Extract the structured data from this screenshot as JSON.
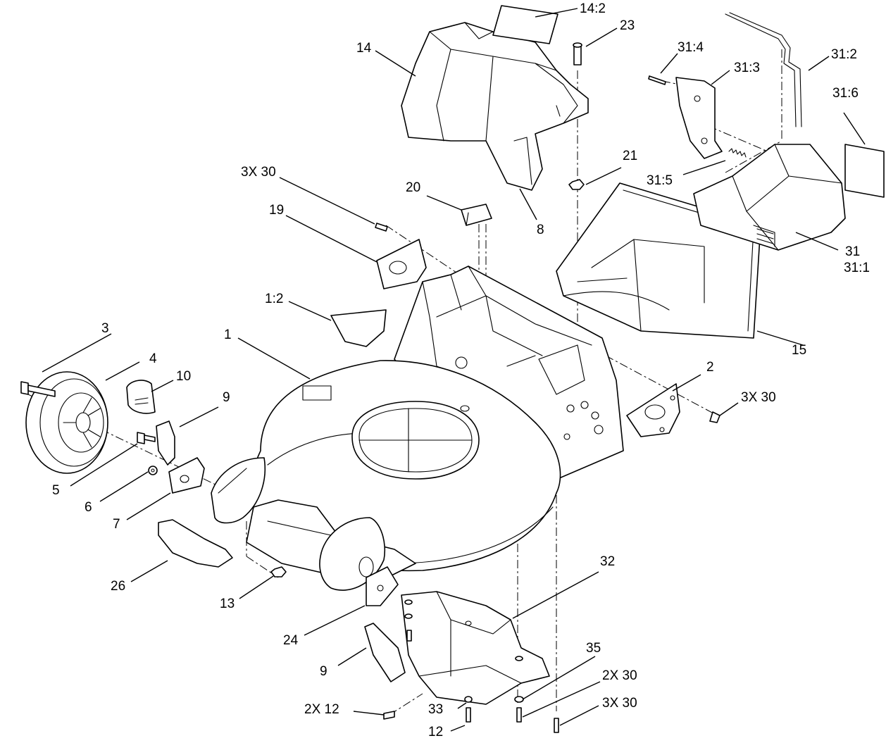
{
  "callouts": {
    "c_14_2": "14:2",
    "c_23": "23",
    "c_14": "14",
    "c_31_4": "31:4",
    "c_31_3": "31:3",
    "c_31_2": "31:2",
    "c_31_6": "31:6",
    "c_21": "21",
    "c_31_5": "31:5",
    "c_3x30_top": "3X  30",
    "c_20": "20",
    "c_19": "19",
    "c_8": "8",
    "c_31": "31",
    "c_31_1": "31:1",
    "c_1_2": "1:2",
    "c_15": "15",
    "c_3": "3",
    "c_1": "1",
    "c_4": "4",
    "c_10": "10",
    "c_2": "2",
    "c_3x30_right": "3X  30",
    "c_9_top": "9",
    "c_5": "5",
    "c_6": "6",
    "c_7": "7",
    "c_32": "32",
    "c_26": "26",
    "c_13": "13",
    "c_24": "24",
    "c_35": "35",
    "c_2x30": "2X  30",
    "c_9_bottom": "9",
    "c_3x30_bottom": "3X  30",
    "c_2x12": "2X  12",
    "c_33": "33",
    "c_12": "12"
  }
}
